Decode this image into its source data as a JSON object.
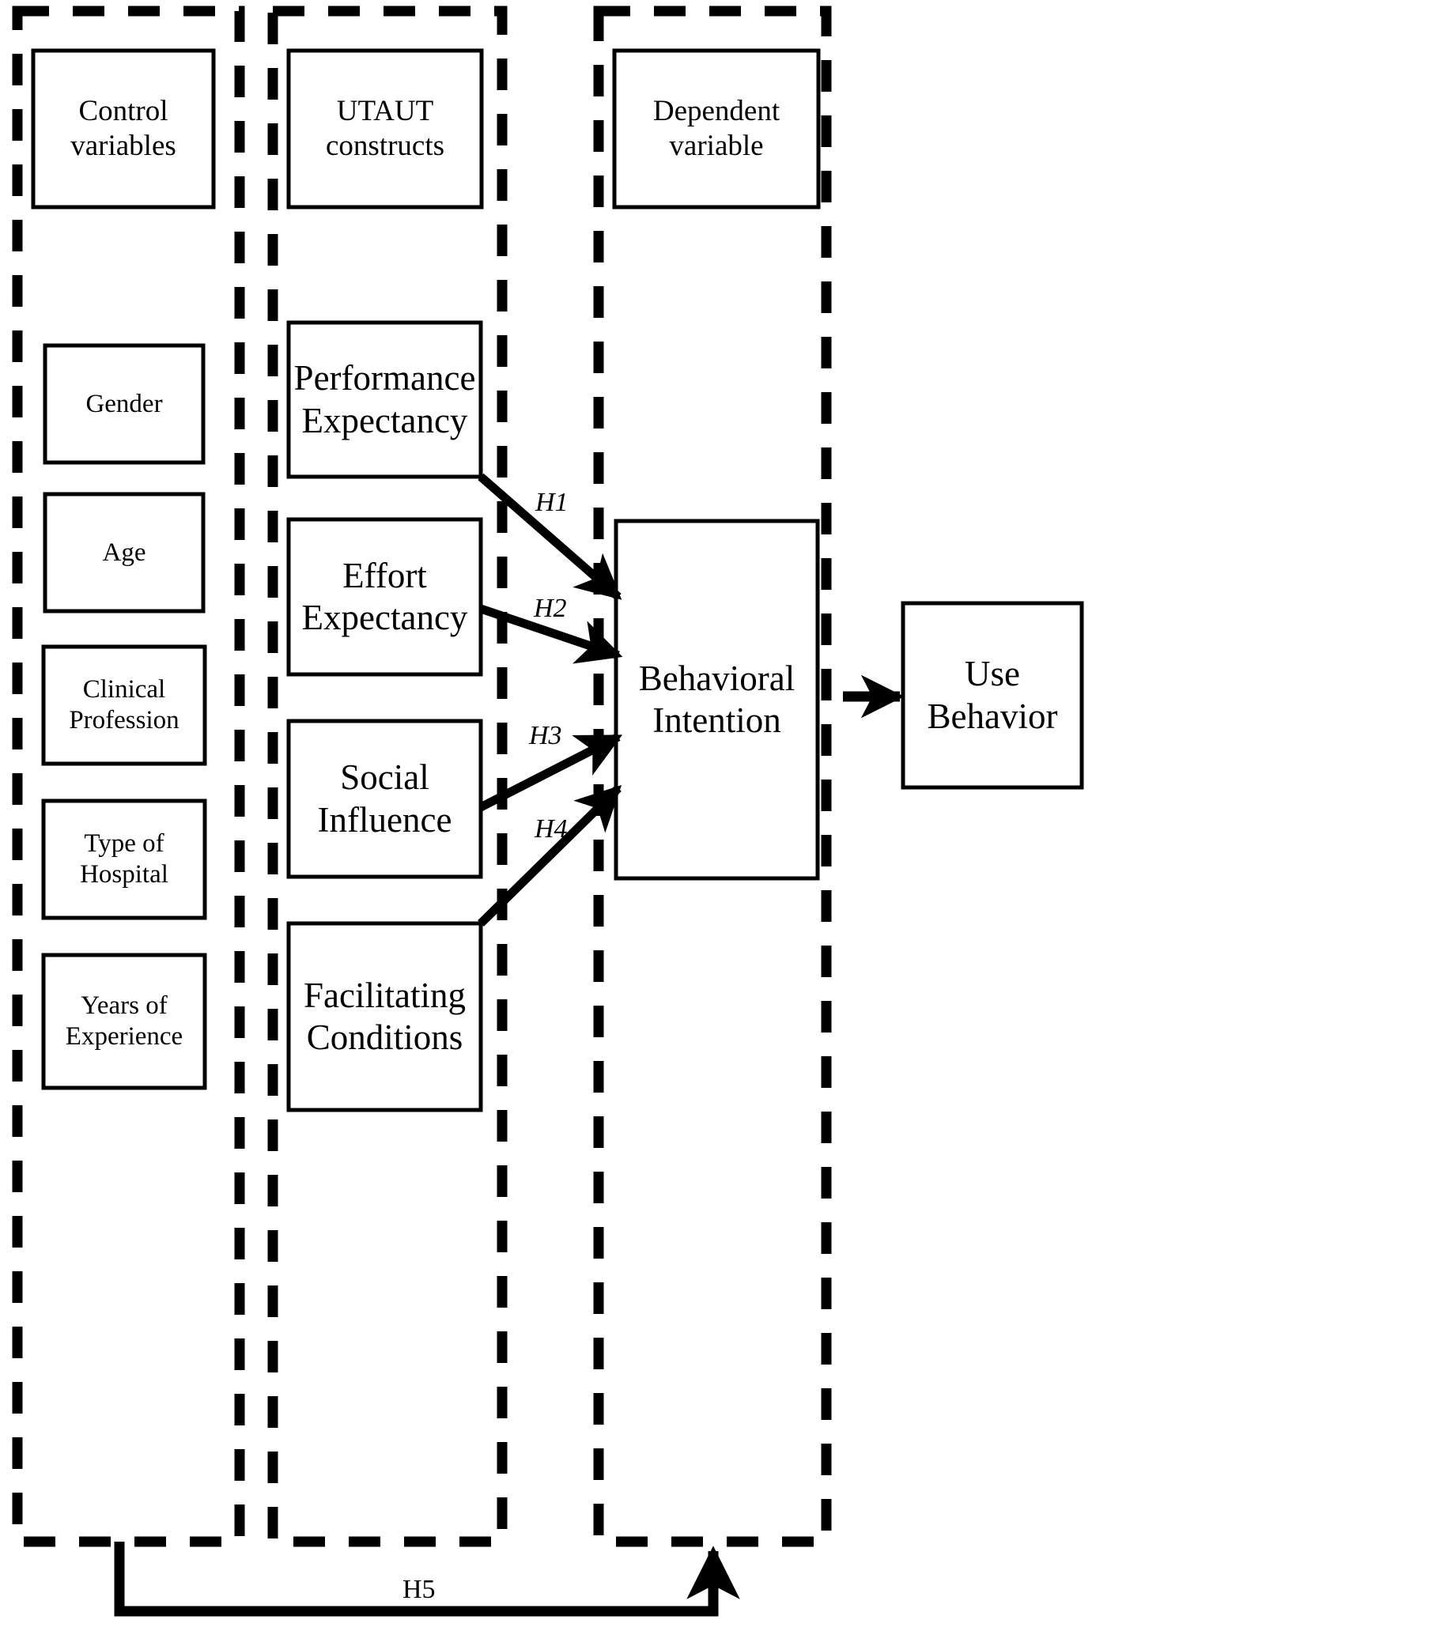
{
  "diagram": {
    "title": "UTAUT research model",
    "colors": {
      "stroke": "#000000",
      "fill": "#ffffff",
      "background": "#ffffff"
    },
    "groups": [
      {
        "id": "control",
        "header": "Control\nvariables",
        "dashed": true
      },
      {
        "id": "utaut",
        "header": "UTAUT\nconstructs",
        "dashed": true
      },
      {
        "id": "dependent",
        "header": "Dependent\nvariable",
        "dashed": true
      }
    ],
    "control_variables": [
      {
        "id": "gender",
        "label": "Gender"
      },
      {
        "id": "age",
        "label": "Age"
      },
      {
        "id": "clinical-profession",
        "label": "Clinical\nProfession"
      },
      {
        "id": "type-of-hospital",
        "label": "Type of\nHospital"
      },
      {
        "id": "years-of-experience",
        "label": "Years of\nExperience"
      }
    ],
    "utaut_constructs": [
      {
        "id": "performance-expectancy",
        "label": "Performance\nExpectancy"
      },
      {
        "id": "effort-expectancy",
        "label": "Effort\nExpectancy"
      },
      {
        "id": "social-influence",
        "label": "Social\nInfluence"
      },
      {
        "id": "facilitating-conditions",
        "label": "Facilitating\nConditions"
      }
    ],
    "outcomes": [
      {
        "id": "behavioral-intention",
        "label": "Behavioral\nIntention"
      },
      {
        "id": "use-behavior",
        "label": "Use\nBehavior"
      }
    ],
    "hypotheses": [
      {
        "id": "h1",
        "label": "H1",
        "from": "performance-expectancy",
        "to": "behavioral-intention",
        "style": "italic"
      },
      {
        "id": "h2",
        "label": "H2",
        "from": "effort-expectancy",
        "to": "behavioral-intention",
        "style": "italic"
      },
      {
        "id": "h3",
        "label": "H3",
        "from": "social-influence",
        "to": "behavioral-intention",
        "style": "italic"
      },
      {
        "id": "h4",
        "label": "H4",
        "from": "facilitating-conditions",
        "to": "behavioral-intention",
        "style": "italic"
      },
      {
        "id": "h5",
        "label": "H5",
        "from": "control-variables-group",
        "to": "dependent-variable-group",
        "style": "upright"
      }
    ],
    "unlabeled_links": [
      {
        "id": "bi-to-ub",
        "from": "behavioral-intention",
        "to": "use-behavior"
      }
    ]
  }
}
